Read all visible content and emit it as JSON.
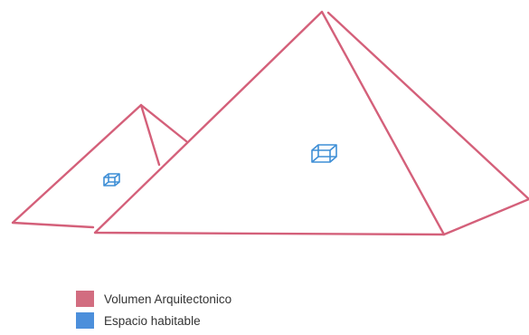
{
  "colors": {
    "volume": "#d4607a",
    "habitable": "#3f8fd6",
    "swatch_volume": "#d26d80",
    "swatch_habitable": "#4c8fdb"
  },
  "legend": {
    "items": [
      {
        "key": "volume",
        "label": "Volumen Arquitectonico"
      },
      {
        "key": "habitable",
        "label": "Espacio habitable"
      }
    ]
  }
}
